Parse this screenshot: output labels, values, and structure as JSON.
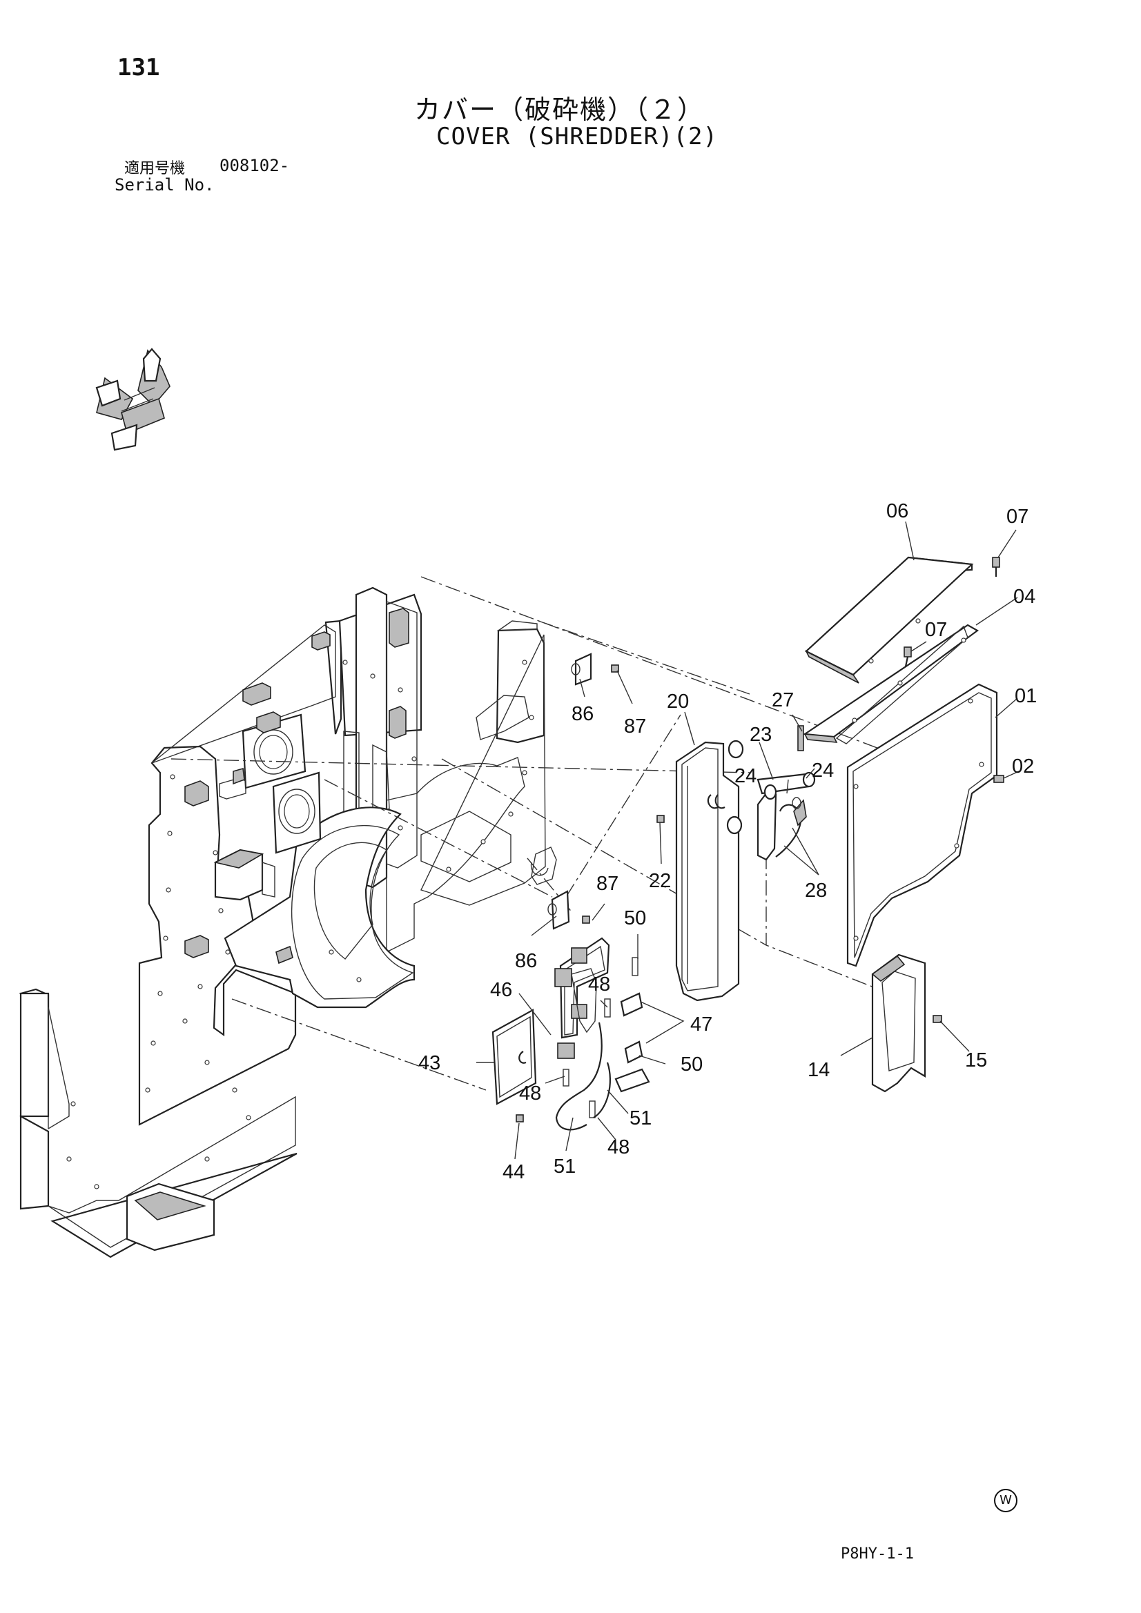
{
  "header": {
    "page_number": "131",
    "title_ja": "カバー（破砕機）（２）",
    "title_en": "COVER (SHREDDER)(2)",
    "serial_label_ja": "適用号機",
    "serial_value": "008102-",
    "serial_label_en": "Serial No."
  },
  "footer": {
    "code": "P8HY-1-1",
    "watermark": "W"
  },
  "callouts": {
    "c06": "06",
    "c07a": "07",
    "c04": "04",
    "c07b": "07",
    "c01": "01",
    "c02": "02",
    "c86a": "86",
    "c87a": "87",
    "c20": "20",
    "c27": "27",
    "c23": "23",
    "c24a": "24",
    "c24b": "24",
    "c22": "22",
    "c28": "28",
    "c87b": "87",
    "c50a": "50",
    "c86b": "86",
    "c46": "46",
    "c48a": "48",
    "c47": "47",
    "c50b": "50",
    "c43": "43",
    "c48b": "48",
    "c51a": "51",
    "c44": "44",
    "c51b": "51",
    "c48c": "48",
    "c14": "14",
    "c15": "15"
  },
  "icons": [
    "orientation-icon",
    "watermark-circle-icon"
  ]
}
